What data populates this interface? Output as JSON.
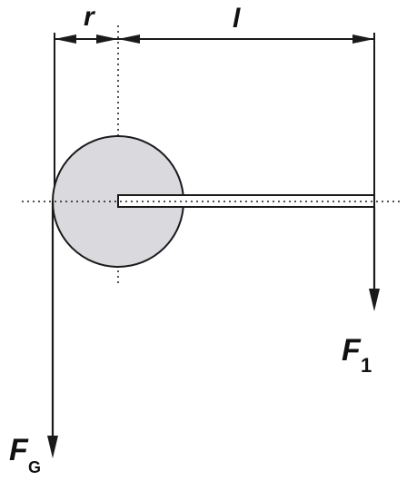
{
  "labels": {
    "r": "r",
    "l": "l",
    "f1_main": "F",
    "f1_sub": "1",
    "fg_main": "F",
    "fg_sub": "G"
  },
  "colors": {
    "disk_fill": "#d9d9de",
    "stroke": "#1a1a1a",
    "background": "#ffffff"
  }
}
